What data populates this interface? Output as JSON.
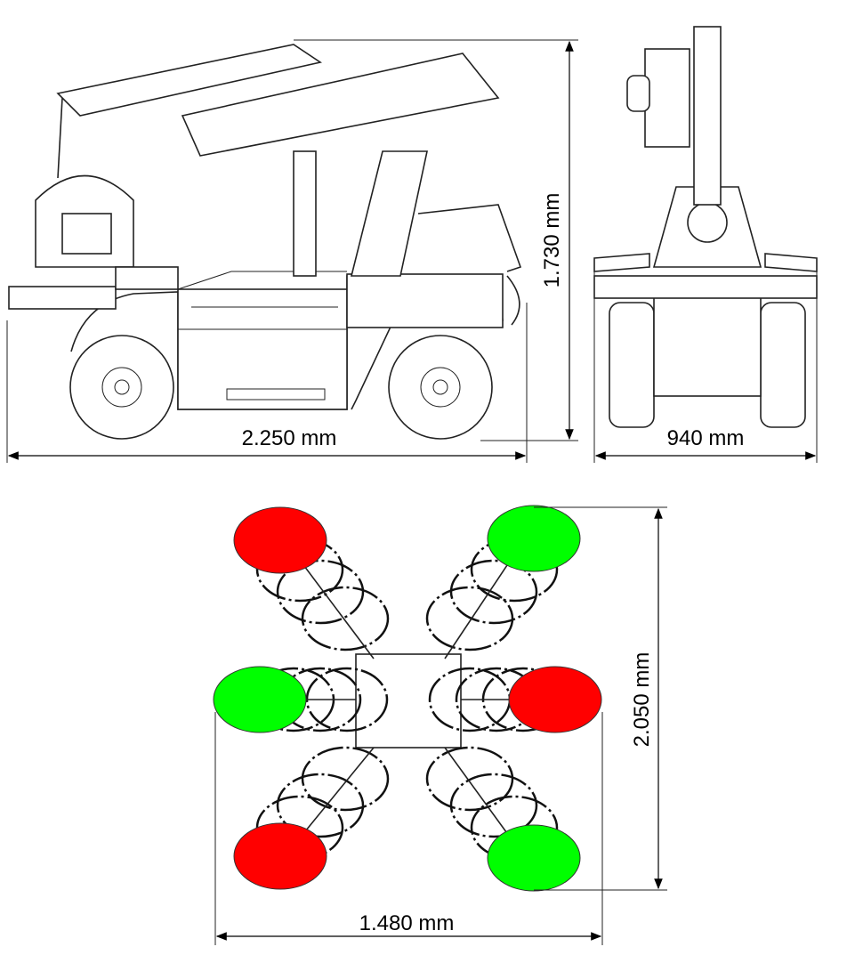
{
  "side_view": {
    "length_label": "2.250 mm",
    "height_label": "1.730 mm"
  },
  "front_view": {
    "width_label": "940 mm"
  },
  "top_view": {
    "depth_label": "2.050 mm",
    "width_label": "1.480 mm",
    "pads": [
      {
        "position": "top-left",
        "color": "#ff0000"
      },
      {
        "position": "top-right",
        "color": "#00ff00"
      },
      {
        "position": "middle-left",
        "color": "#00ff00"
      },
      {
        "position": "middle-right",
        "color": "#ff0000"
      },
      {
        "position": "bottom-left",
        "color": "#ff0000"
      },
      {
        "position": "bottom-right",
        "color": "#00ff00"
      }
    ]
  }
}
